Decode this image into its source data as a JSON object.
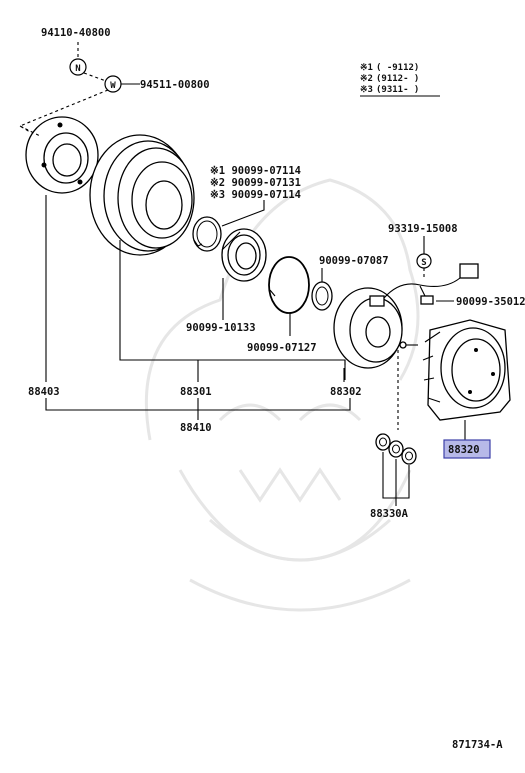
{
  "labels": {
    "p94110": "94110-40800",
    "n_mark": "N",
    "w_mark": "W",
    "p94511": "94511-00800",
    "s_mark": "S",
    "p90099_07114_1": "※1 90099-07114",
    "p90099_07131": "※2 90099-07131",
    "p90099_07114_3": "※3 90099-07114",
    "p93319": "93319-15008",
    "p90099_07087": "90099-07087",
    "p90099_35012": "90099-35012",
    "p90099_10133": "90099-10133",
    "p90099_07127": "90099-07127",
    "p88403": "88403",
    "p88301": "88301",
    "p88302": "88302",
    "p88410": "88410",
    "p88320": "88320",
    "p88330a": "88330A",
    "diagram_id": "871734-A"
  },
  "code_table": [
    {
      "mark": "※1",
      "range": "(       -9112)"
    },
    {
      "mark": "※2",
      "range": "(9112-        )"
    },
    {
      "mark": "※3",
      "range": "(9311-        )"
    }
  ],
  "colors": {
    "highlight_fill": "#b7b9e8",
    "highlight_border": "#3c3fa8",
    "watermark": "#e6e6e6"
  }
}
